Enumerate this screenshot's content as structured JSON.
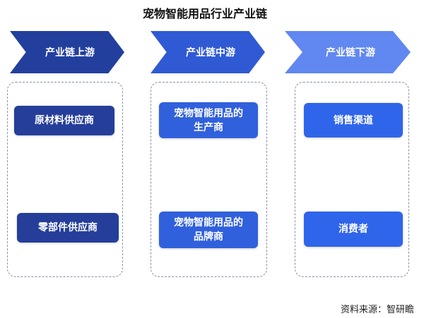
{
  "title": "宠物智能用品行业产业链",
  "colors": {
    "upstream": "#233f9e",
    "midstream": "#2f5ad4",
    "downstream": "#6088f0"
  },
  "stages": [
    {
      "label": "产业链上游",
      "items": [
        "原材料供应商",
        "零部件供应商"
      ]
    },
    {
      "label": "产业链中游",
      "items": [
        "宠物智能用品的生产商",
        "宠物智能用品的品牌商"
      ]
    },
    {
      "label": "产业链下游",
      "items": [
        "销售渠道",
        "消费者"
      ]
    }
  ],
  "source": "资料来源：智研瞻"
}
